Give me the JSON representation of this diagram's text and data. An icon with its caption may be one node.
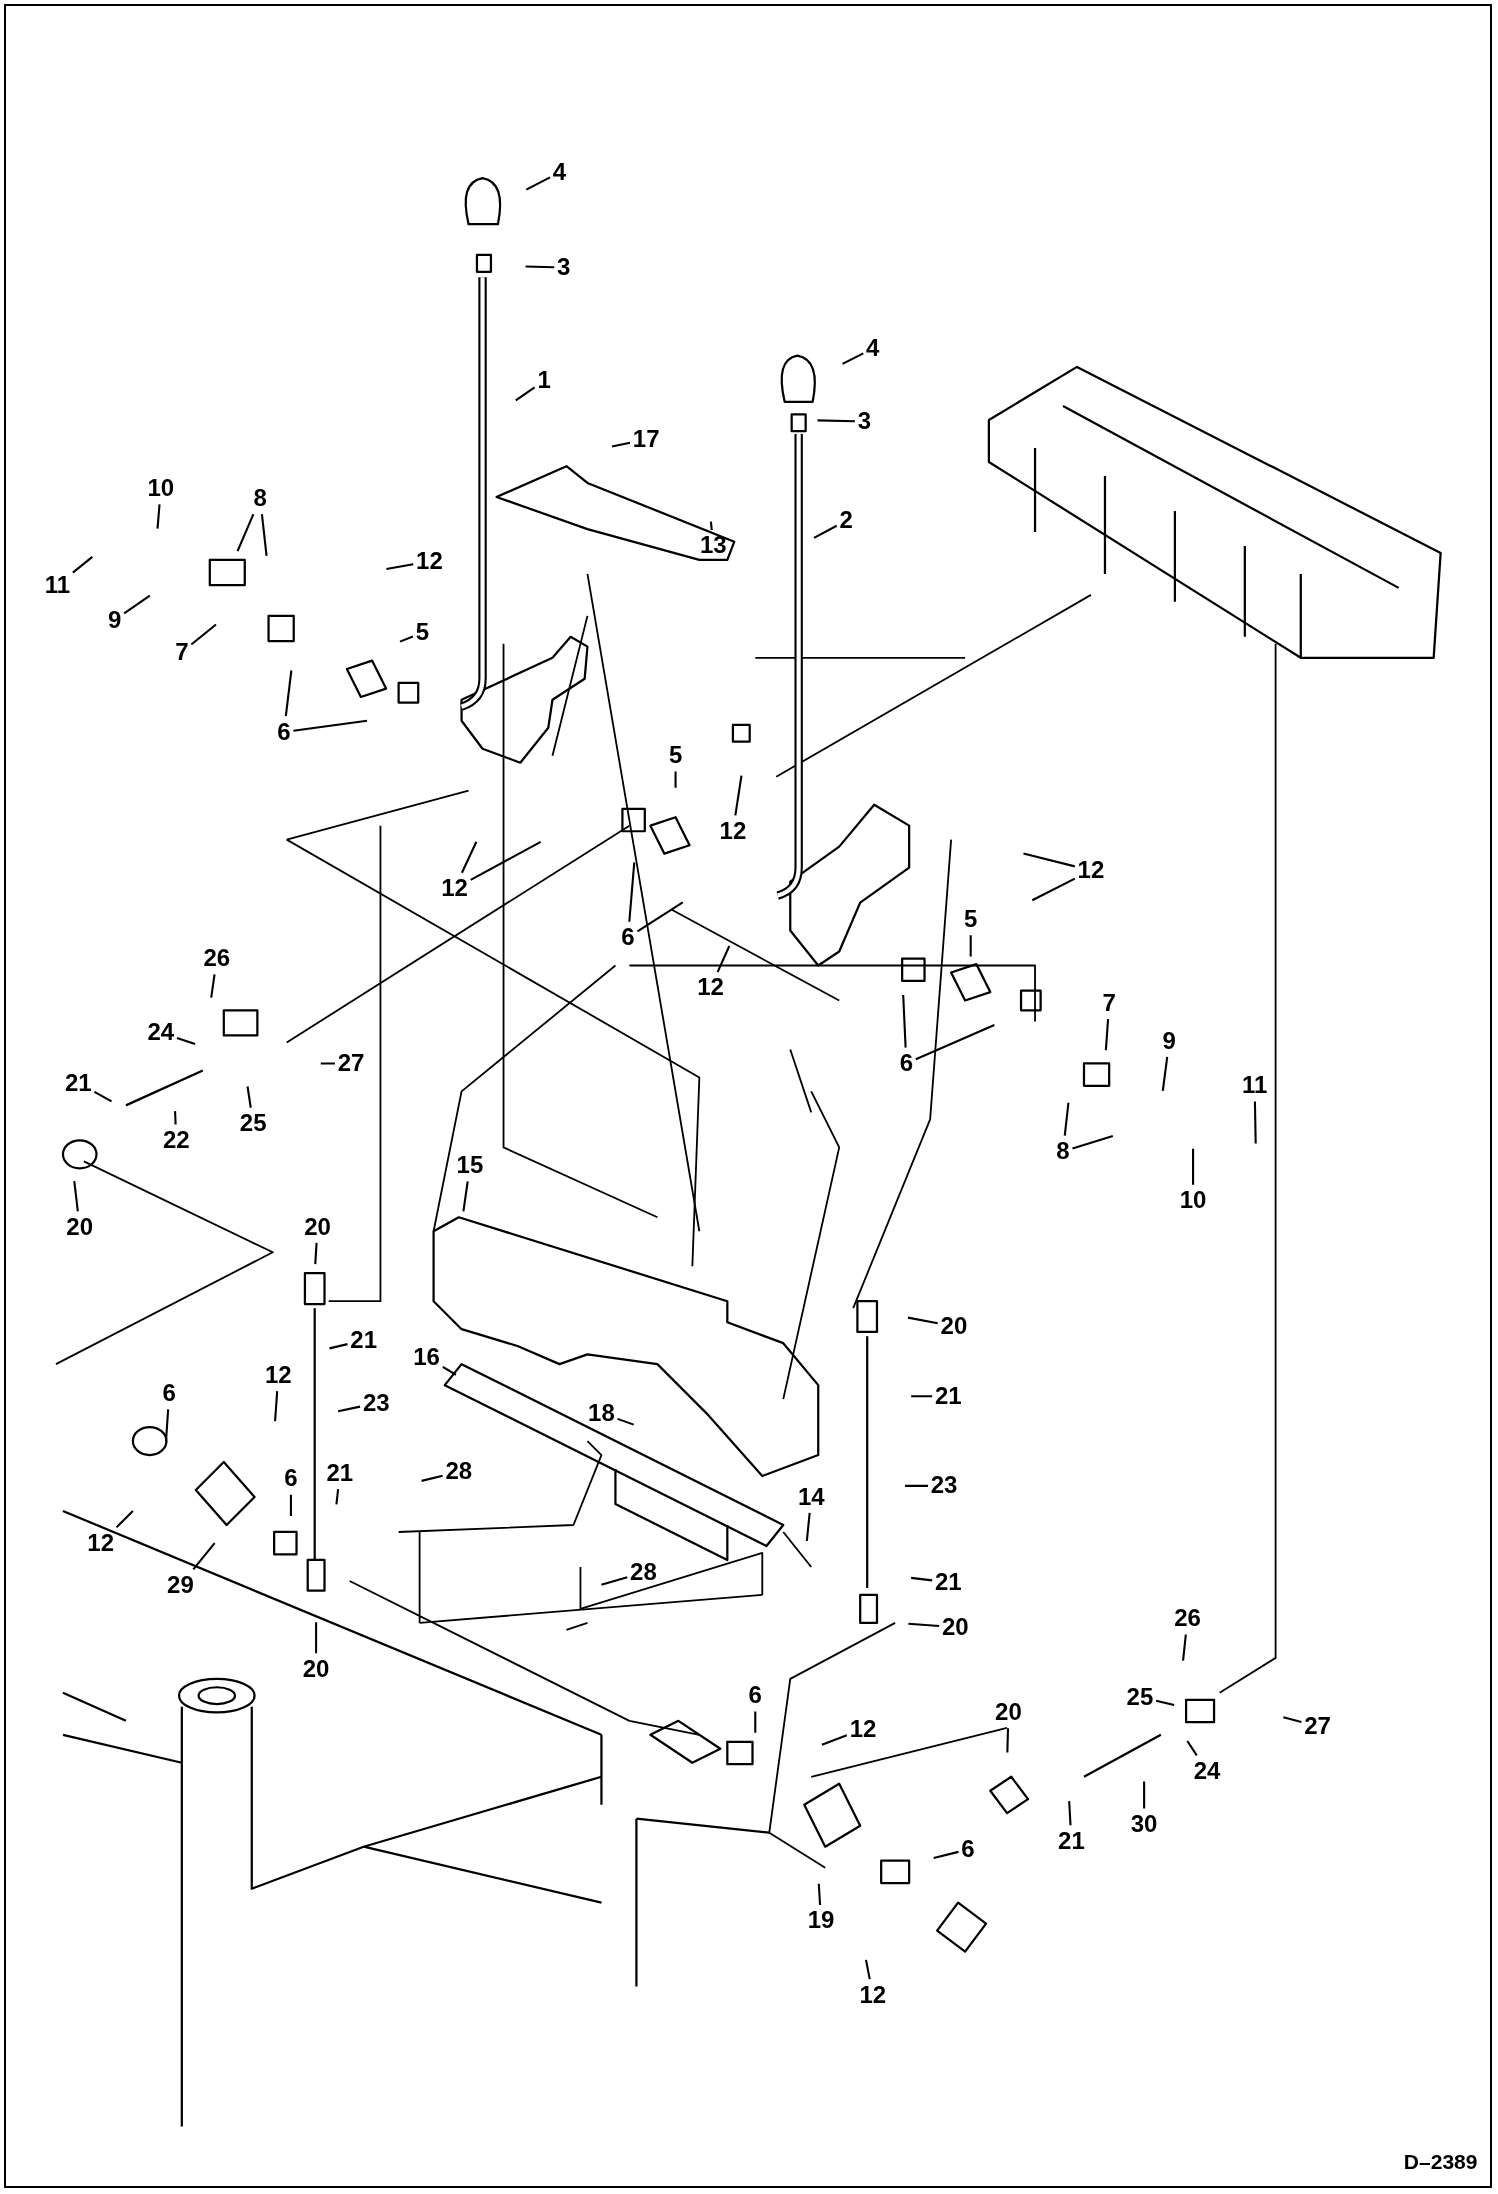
{
  "diagram": {
    "nodes": [
      {
        "text": [
          "4"
        ]
      },
      {
        "text": [
          "3"
        ]
      },
      {
        "text": [
          "4"
        ]
      },
      {
        "text": [
          "1"
        ]
      },
      {
        "text": [
          "3"
        ]
      },
      {
        "text": [
          "17"
        ]
      },
      {
        "text": [
          "10"
        ]
      },
      {
        "text": [
          "8"
        ]
      },
      {
        "text": [
          "2"
        ]
      },
      {
        "text": [
          "13"
        ]
      },
      {
        "text": [
          "12"
        ]
      },
      {
        "text": [
          "11"
        ]
      },
      {
        "text": [
          "9"
        ]
      },
      {
        "text": [
          "7"
        ]
      },
      {
        "text": [
          "5"
        ]
      },
      {
        "text": [
          "6"
        ]
      },
      {
        "text": [
          "5"
        ]
      },
      {
        "text": [
          "12"
        ]
      },
      {
        "text": [
          "12"
        ]
      },
      {
        "text": [
          "12"
        ]
      },
      {
        "text": [
          "6"
        ]
      },
      {
        "text": [
          "12"
        ]
      },
      {
        "text": [
          "5"
        ]
      },
      {
        "text": [
          "26"
        ]
      },
      {
        "text": [
          "7"
        ]
      },
      {
        "text": [
          "24"
        ]
      },
      {
        "text": [
          "9"
        ]
      },
      {
        "text": [
          "27"
        ]
      },
      {
        "text": [
          "6"
        ]
      },
      {
        "text": [
          "21"
        ]
      },
      {
        "text": [
          "11"
        ]
      },
      {
        "text": [
          "25"
        ]
      },
      {
        "text": [
          "22"
        ]
      },
      {
        "text": [
          "8"
        ]
      },
      {
        "text": [
          "15"
        ]
      },
      {
        "text": [
          "10"
        ]
      },
      {
        "text": [
          "20"
        ]
      },
      {
        "text": [
          "20"
        ]
      },
      {
        "text": [
          "20"
        ]
      },
      {
        "text": [
          "21"
        ]
      },
      {
        "text": [
          "16"
        ]
      },
      {
        "text": [
          "12"
        ]
      },
      {
        "text": [
          "6"
        ]
      },
      {
        "text": [
          "21"
        ]
      },
      {
        "text": [
          "23"
        ]
      },
      {
        "text": [
          "18"
        ]
      },
      {
        "text": [
          "28"
        ]
      },
      {
        "text": [
          "21"
        ]
      },
      {
        "text": [
          "6"
        ]
      },
      {
        "text": [
          "23"
        ]
      },
      {
        "text": [
          "14"
        ]
      },
      {
        "text": [
          "12"
        ]
      },
      {
        "text": [
          "28"
        ]
      },
      {
        "text": [
          "29"
        ]
      },
      {
        "text": [
          "21"
        ]
      },
      {
        "text": [
          "26"
        ]
      },
      {
        "text": [
          "20"
        ]
      },
      {
        "text": [
          "20"
        ]
      },
      {
        "text": [
          "6"
        ]
      },
      {
        "text": [
          "25"
        ]
      },
      {
        "text": [
          "20"
        ]
      },
      {
        "text": [
          "27"
        ]
      },
      {
        "text": [
          "12"
        ]
      },
      {
        "text": [
          "24"
        ]
      },
      {
        "text": [
          "30"
        ]
      },
      {
        "text": [
          "21"
        ]
      },
      {
        "text": [
          "6"
        ]
      },
      {
        "text": [
          "19"
        ]
      },
      {
        "text": [
          "12"
        ]
      }
    ],
    "edges": [
      {
        "from": 0,
        "to": null,
        "arrow": "none"
      },
      {
        "from": 1,
        "to": null,
        "arrow": "none"
      },
      {
        "from": 2,
        "to": null,
        "arrow": "none"
      },
      {
        "from": 3,
        "to": null,
        "arrow": "none"
      },
      {
        "from": 4,
        "to": null,
        "arrow": "none"
      },
      {
        "from": 5,
        "to": null,
        "arrow": "none"
      },
      {
        "from": 6,
        "to": null,
        "arrow": "none"
      },
      {
        "from": 7,
        "to": null,
        "arrow": "none"
      },
      {
        "from": 7,
        "to": null,
        "arrow": "none"
      },
      {
        "from": 8,
        "to": null,
        "arrow": "none"
      },
      {
        "from": 9,
        "to": null,
        "arrow": "none"
      },
      {
        "from": 10,
        "to": null,
        "arrow": "none"
      },
      {
        "from": 11,
        "to": null,
        "arrow": "none"
      },
      {
        "from": 12,
        "to": null,
        "arrow": "none"
      },
      {
        "from": 13,
        "to": null,
        "arrow": "none"
      },
      {
        "from": 14,
        "to": null,
        "arrow": "none"
      },
      {
        "from": 15,
        "to": null,
        "arrow": "none"
      },
      {
        "from": 15,
        "to": null,
        "arrow": "none"
      },
      {
        "from": 16,
        "to": null,
        "arrow": "none"
      },
      {
        "from": 17,
        "to": null,
        "arrow": "none"
      },
      {
        "from": 18,
        "to": null,
        "arrow": "none"
      },
      {
        "from": 18,
        "to": null,
        "arrow": "none"
      },
      {
        "from": 19,
        "to": null,
        "arrow": "none"
      },
      {
        "from": 19,
        "to": null,
        "arrow": "none"
      },
      {
        "from": 20,
        "to": null,
        "arrow": "none"
      },
      {
        "from": 20,
        "to": null,
        "arrow": "none"
      },
      {
        "from": 21,
        "to": null,
        "arrow": "none"
      },
      {
        "from": 22,
        "to": null,
        "arrow": "none"
      },
      {
        "from": 23,
        "to": null,
        "arrow": "none"
      },
      {
        "from": 24,
        "to": null,
        "arrow": "none"
      },
      {
        "from": 25,
        "to": null,
        "arrow": "none"
      },
      {
        "from": 26,
        "to": null,
        "arrow": "none"
      },
      {
        "from": 27,
        "to": null,
        "arrow": "none"
      },
      {
        "from": 28,
        "to": null,
        "arrow": "none"
      },
      {
        "from": 28,
        "to": null,
        "arrow": "none"
      },
      {
        "from": 29,
        "to": null,
        "arrow": "none"
      },
      {
        "from": 30,
        "to": null,
        "arrow": "none"
      },
      {
        "from": 31,
        "to": null,
        "arrow": "none"
      },
      {
        "from": 32,
        "to": null,
        "arrow": "none"
      },
      {
        "from": 33,
        "to": null,
        "arrow": "none"
      },
      {
        "from": 33,
        "to": null,
        "arrow": "none"
      },
      {
        "from": 34,
        "to": null,
        "arrow": "none"
      },
      {
        "from": 35,
        "to": null,
        "arrow": "none"
      },
      {
        "from": 36,
        "to": null,
        "arrow": "none"
      },
      {
        "from": 37,
        "to": null,
        "arrow": "none"
      },
      {
        "from": 38,
        "to": null,
        "arrow": "none"
      },
      {
        "from": 39,
        "to": null,
        "arrow": "none"
      },
      {
        "from": 40,
        "to": null,
        "arrow": "none"
      },
      {
        "from": 41,
        "to": null,
        "arrow": "none"
      },
      {
        "from": 42,
        "to": null,
        "arrow": "none"
      },
      {
        "from": 43,
        "to": null,
        "arrow": "none"
      },
      {
        "from": 44,
        "to": null,
        "arrow": "none"
      },
      {
        "from": 45,
        "to": null,
        "arrow": "none"
      },
      {
        "from": 46,
        "to": null,
        "arrow": "none"
      },
      {
        "from": 47,
        "to": null,
        "arrow": "none"
      },
      {
        "from": 48,
        "to": null,
        "arrow": "none"
      },
      {
        "from": 49,
        "to": null,
        "arrow": "none"
      },
      {
        "from": 50,
        "to": null,
        "arrow": "none"
      },
      {
        "from": 51,
        "to": null,
        "arrow": "none"
      },
      {
        "from": 52,
        "to": null,
        "arrow": "none"
      },
      {
        "from": 53,
        "to": null,
        "arrow": "none"
      },
      {
        "from": 54,
        "to": null,
        "arrow": "none"
      },
      {
        "from": 55,
        "to": null,
        "arrow": "none"
      },
      {
        "from": 56,
        "to": null,
        "arrow": "none"
      },
      {
        "from": 57,
        "to": null,
        "arrow": "none"
      },
      {
        "from": 58,
        "to": null,
        "arrow": "none"
      },
      {
        "from": 59,
        "to": null,
        "arrow": "none"
      },
      {
        "from": 60,
        "to": null,
        "arrow": "none"
      },
      {
        "from": 61,
        "to": null,
        "arrow": "none"
      },
      {
        "from": 62,
        "to": null,
        "arrow": "none"
      },
      {
        "from": 63,
        "to": null,
        "arrow": "none"
      },
      {
        "from": 64,
        "to": null,
        "arrow": "none"
      },
      {
        "from": 65,
        "to": null,
        "arrow": "none"
      },
      {
        "from": 66,
        "to": null,
        "arrow": "none"
      },
      {
        "from": 67,
        "to": null,
        "arrow": "none"
      },
      {
        "from": 68,
        "to": null,
        "arrow": "none"
      }
    ],
    "labels": [
      "D–2389"
    ]
  }
}
